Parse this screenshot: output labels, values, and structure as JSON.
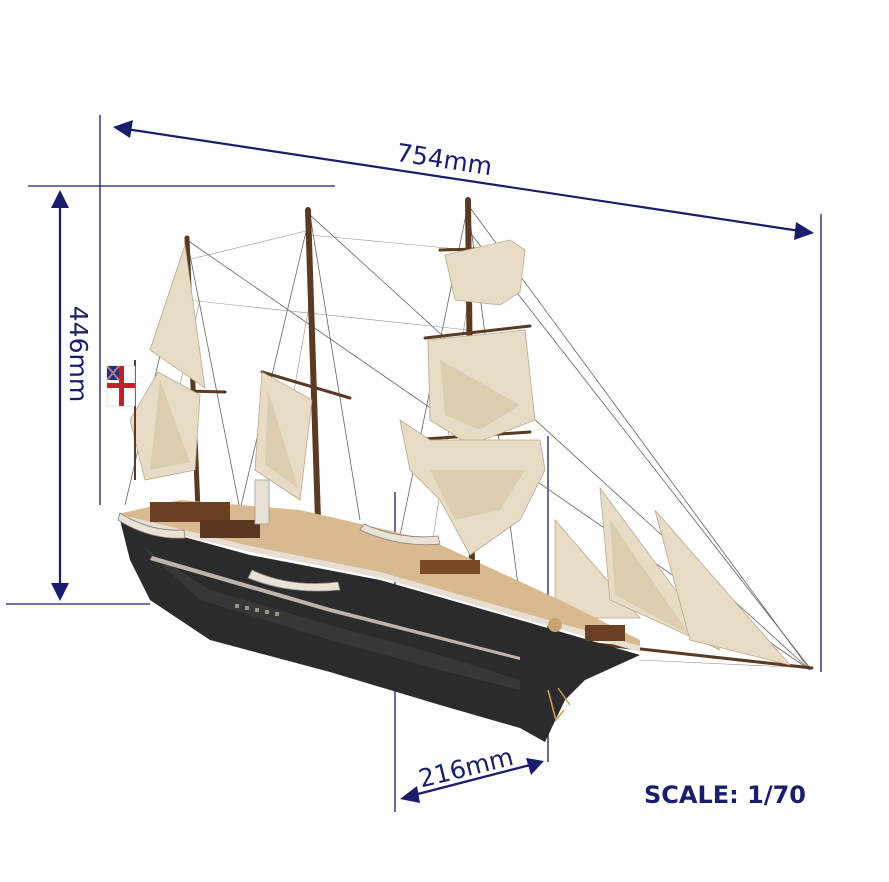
{
  "product_photo": {
    "subject": "model sailing ship",
    "dimensions": {
      "length": "754mm",
      "height": "446mm",
      "width": "216mm"
    },
    "scale_label": "SCALE: 1/70"
  },
  "colors": {
    "dimension_ink": "#1a1d6b",
    "hull": "#2b2a2c",
    "sail": "#e8dcc6",
    "deck": "#d9b98f",
    "mast": "#5a3a22"
  }
}
